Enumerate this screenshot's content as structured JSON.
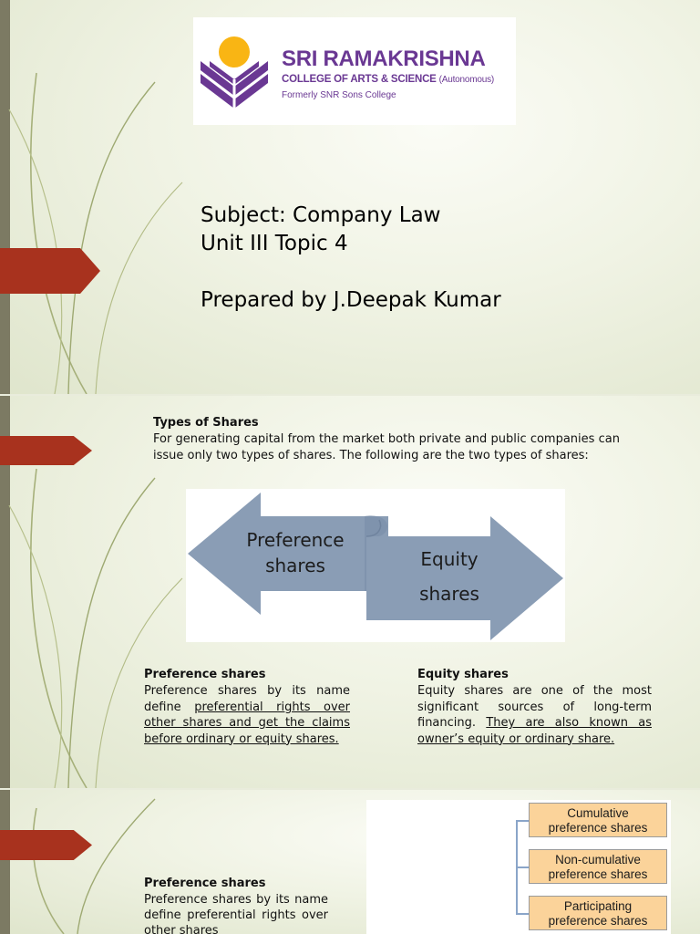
{
  "logo": {
    "name": "SRI RAMAKRISHNA",
    "college": "COLLEGE OF ARTS & SCIENCE",
    "status": "(Autonomous)",
    "former": "Formerly SNR Sons College",
    "colors": {
      "purple": "#6a3893",
      "sun": "#f9b514"
    }
  },
  "title_slide": {
    "subject": "Subject: Company Law",
    "unit": "Unit III Topic 4",
    "prepared_by": "Prepared by J.Deepak Kumar"
  },
  "types_slide": {
    "heading": "Types of Shares",
    "intro": "For generating capital from the market both private and public companies can issue only two types of shares. The following are the two types of shares:",
    "figure": {
      "left_line1": "Preference",
      "left_line2": "shares",
      "right_line1": "Equity",
      "right_line2": "shares"
    },
    "preference": {
      "heading": "Preference shares",
      "text_plain": "Preference shares by its name define ",
      "text_underlined": "preferential rights over other shares and get the claims before ordinary or equity shares."
    },
    "equity": {
      "heading": "Equity shares",
      "text_plain": "Equity shares are one of the most significant sources of long-term financing. ",
      "text_underlined": "They are also known as owner’s equity or ordinary share. "
    }
  },
  "preference_slide": {
    "heading": "Preference shares",
    "text": "Preference shares by its name define preferential rights over other shares",
    "boxes": [
      {
        "line1": "Cumulative",
        "line2": "preference shares"
      },
      {
        "line1": "Non-cumulative",
        "line2": "preference shares"
      },
      {
        "line1": "Participating",
        "line2": "preference shares"
      }
    ]
  },
  "colors": {
    "accent_red": "#a8321e",
    "side_bar": "#7c7a63",
    "arrow_blue": "#8a9db5",
    "box_orange": "#fbd39a"
  }
}
